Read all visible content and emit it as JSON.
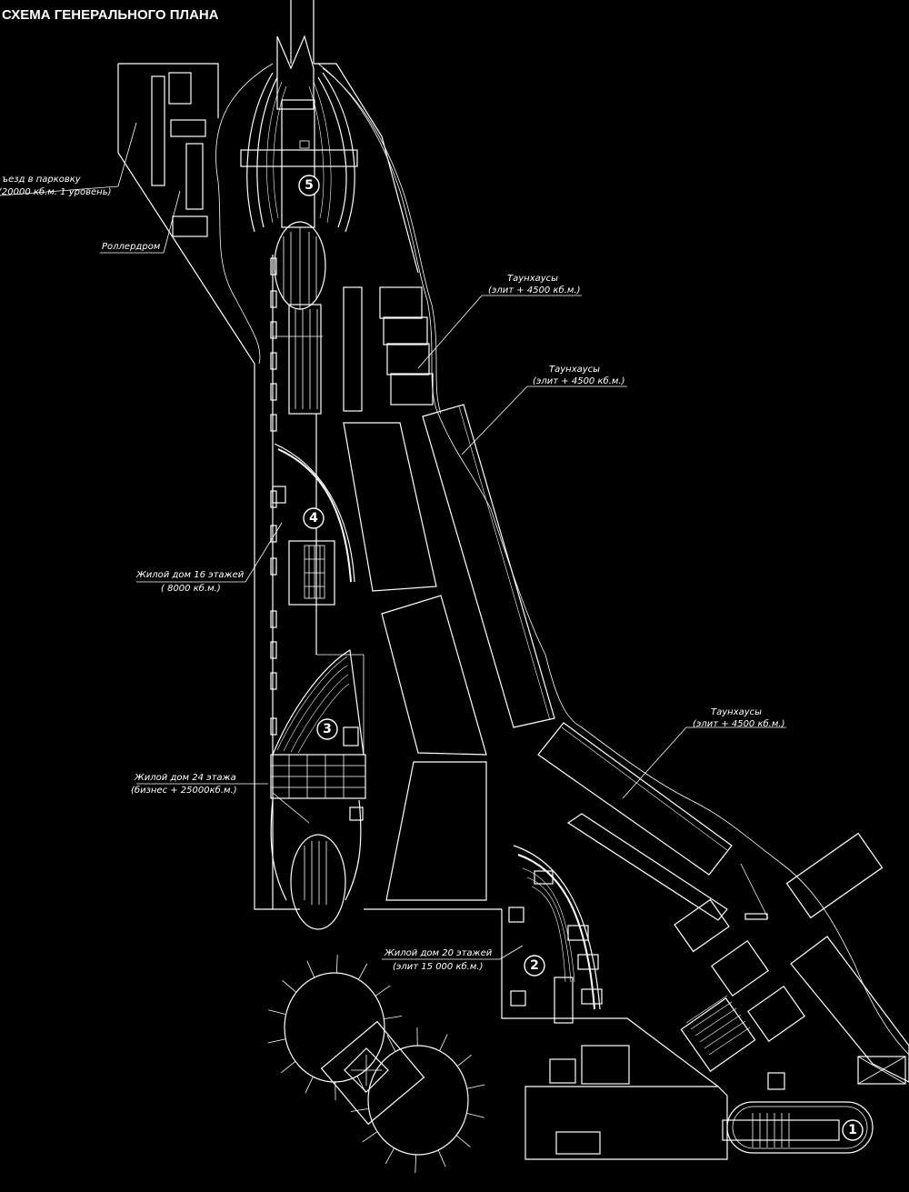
{
  "title": "СХЕМА ГЕНЕРАЛЬНОГО ПЛАНА",
  "labels": {
    "parking_1": "ъезд в парковку",
    "parking_2": "(20000 кб.м. 1 уровень)",
    "rollerdrome": "Роллердром",
    "townhouses_a_1": "Таунхаусы",
    "townhouses_a_2": "(элит + 4500 кб.м.)",
    "townhouses_b_1": "Таунхаусы",
    "townhouses_b_2": "(элит + 4500 кб.м.)",
    "townhouses_c_1": "Таунхаусы",
    "townhouses_c_2": "(элит + 4500 кб.м.)",
    "house16_1": "Жилой дом 16 этажей",
    "house16_2": "( 8000 кб.м.)",
    "house24_1": "Жилой дом 24 этажа",
    "house24_2": "(бизнес + 25000кб.м.)",
    "house20_1": "Жилой дом 20 этажей",
    "house20_2": "(элит 15 000 кб.м.)"
  },
  "markers": {
    "m1": "1",
    "m2": "2",
    "m3": "3",
    "m4": "4",
    "m5": "5"
  }
}
